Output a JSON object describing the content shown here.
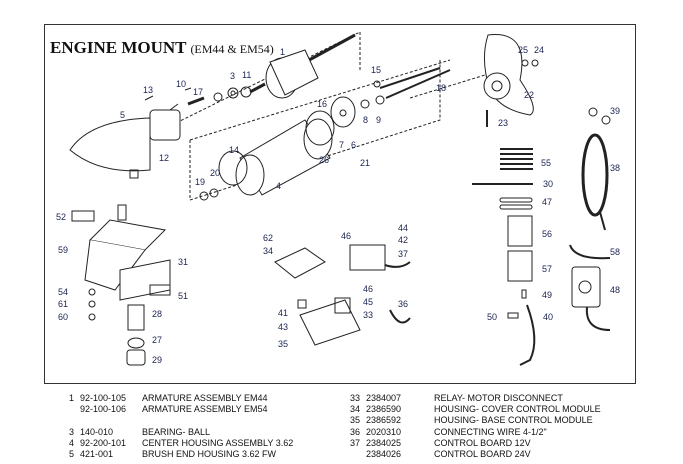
{
  "title": {
    "main": "ENGINE MOUNT",
    "sub": "(EM44 & EM54)"
  },
  "callouts": {
    "c1": "1",
    "c3": "3",
    "c11": "11",
    "c10": "10",
    "c13": "13",
    "c17": "17",
    "c5": "5",
    "c12": "12",
    "c14": "14",
    "c16": "16",
    "c7": "7",
    "c6": "6",
    "c8": "8",
    "c9": "9",
    "c15": "15",
    "c18": "18",
    "c21": "21",
    "c26": "26",
    "c4": "4",
    "c19": "19",
    "c20": "20",
    "c25": "25",
    "c24": "24",
    "c22": "22",
    "c23": "23",
    "c55": "55",
    "c30": "30",
    "c47": "47",
    "c56": "56",
    "c57": "57",
    "c49": "49",
    "c40": "40",
    "c50": "50",
    "c39": "39",
    "c38": "38",
    "c58": "58",
    "c48": "48",
    "c52": "52",
    "c59": "59",
    "c31": "31",
    "c54": "54",
    "c61": "61",
    "c60": "60",
    "c51": "51",
    "c28": "28",
    "c27": "27",
    "c29": "29",
    "c62": "62",
    "c34": "34",
    "c46a": "46",
    "c44": "44",
    "c42": "42",
    "c37": "37",
    "c46b": "46",
    "c45": "45",
    "c33": "33",
    "c36": "36",
    "c41": "41",
    "c43": "43",
    "c35": "35"
  },
  "parts_left": [
    {
      "no": "1",
      "part": "92-100-105",
      "desc": "ARMATURE ASSEMBLY EM44"
    },
    {
      "no": "",
      "part": "92-100-106",
      "desc": "ARMATURE ASSEMBLY EM54"
    },
    {
      "no": "",
      "part": "",
      "desc": ""
    },
    {
      "no": "3",
      "part": "140-010",
      "desc": "BEARING- BALL"
    },
    {
      "no": "4",
      "part": "92-200-101",
      "desc": "CENTER HOUSING ASSEMBLY 3.62"
    },
    {
      "no": "5",
      "part": "421-001",
      "desc": "BRUSH END HOUSING 3.62 FW"
    }
  ],
  "parts_right": [
    {
      "no": "33",
      "part": "2384007",
      "desc": "RELAY- MOTOR DISCONNECT"
    },
    {
      "no": "34",
      "part": "2386590",
      "desc": "HOUSING- COVER CONTROL MODULE"
    },
    {
      "no": "35",
      "part": "2386592",
      "desc": "HOUSING- BASE CONTROL MODULE"
    },
    {
      "no": "36",
      "part": "2020310",
      "desc": "CONNECTING WIRE 4-1/2\""
    },
    {
      "no": "37",
      "part": "2384025",
      "desc": "CONTROL BOARD 12V"
    },
    {
      "no": "",
      "part": "2384026",
      "desc": "CONTROL BOARD 24V"
    }
  ]
}
